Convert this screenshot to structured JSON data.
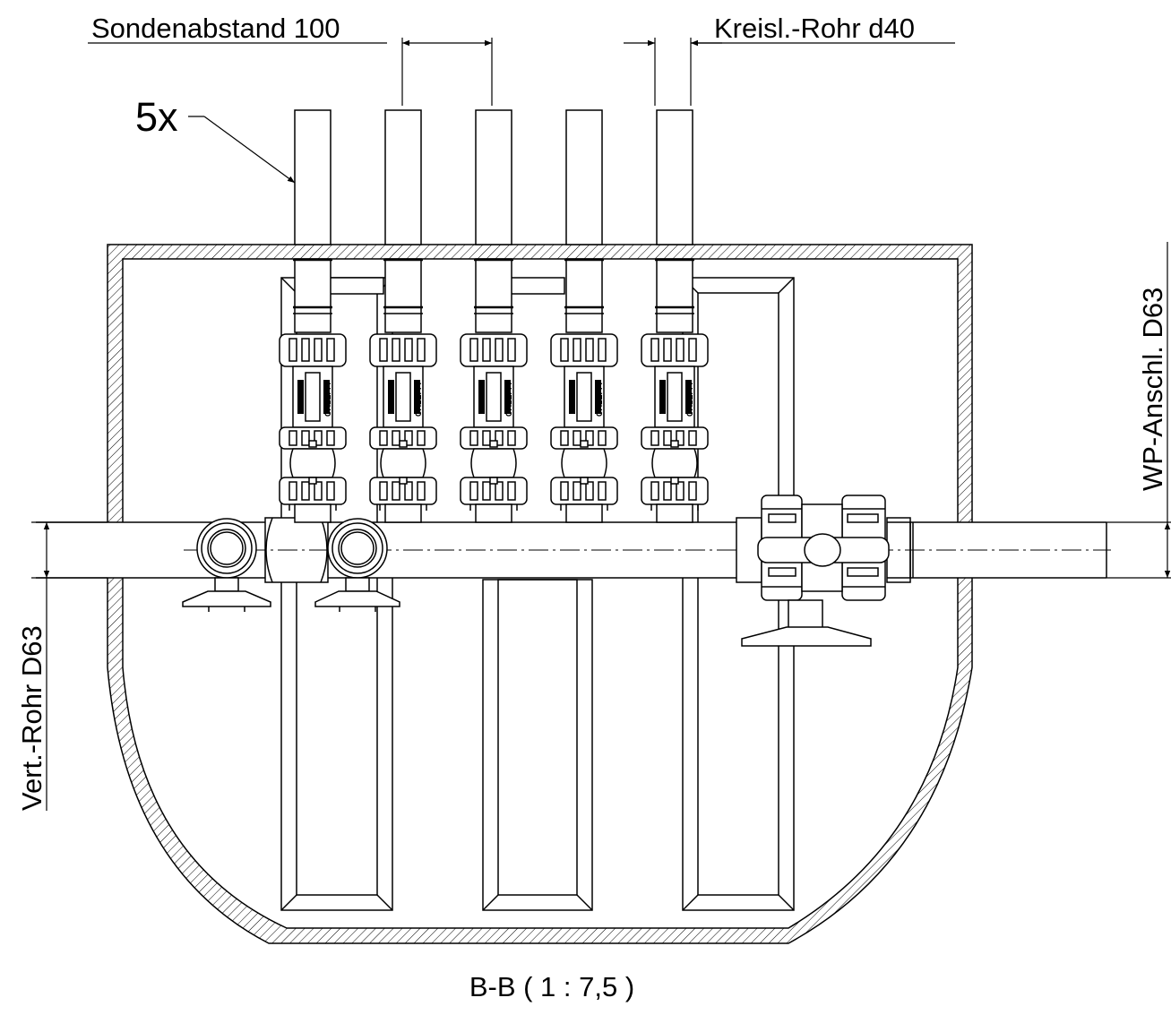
{
  "labels": {
    "probe_spacing": "Sondenabstand 100",
    "circuit_pipe": "Kreisl.-Rohr d40",
    "count": "5x",
    "heat_pump_connection": "WP-Anschl. D63",
    "distribution_pipe": "Vert.-Rohr D63",
    "section_title": "B-B ( 1 : 7,5 )"
  },
  "brand_mark": "CALEFFI",
  "circuit_count": 5,
  "colors": {
    "line": "#000000",
    "background": "#ffffff"
  }
}
